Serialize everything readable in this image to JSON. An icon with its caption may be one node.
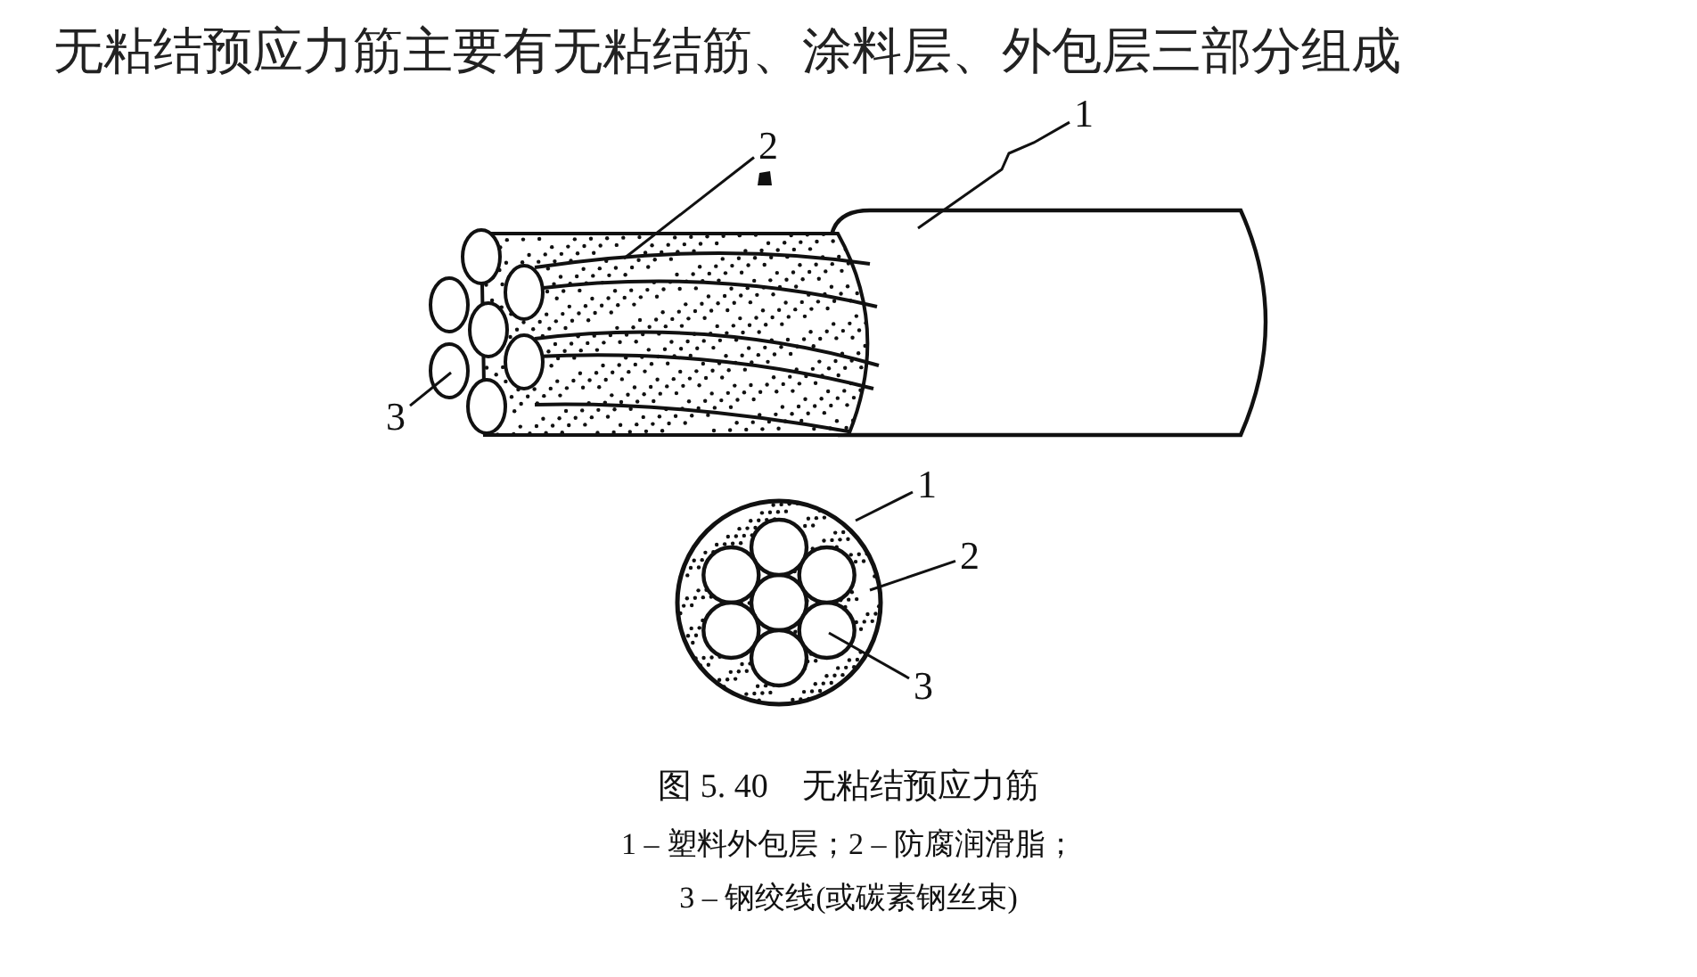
{
  "diagram": {
    "title": "无粘结预应力筋主要有无粘结筋、涂料层、外包层三部分组成",
    "nodes": [
      {
        "text": [
          "1"
        ]
      },
      {
        "text": [
          "2"
        ]
      },
      {
        "text": [
          "3"
        ]
      },
      {
        "text": [
          "1"
        ]
      },
      {
        "text": [
          "2"
        ]
      },
      {
        "text": [
          "3"
        ]
      }
    ],
    "edges": [
      {
        "from": 0,
        "to": null,
        "arrow": "none"
      },
      {
        "from": 1,
        "to": null,
        "arrow": "none"
      },
      {
        "from": 2,
        "to": null,
        "arrow": "none"
      },
      {
        "from": 3,
        "to": null,
        "arrow": "none"
      },
      {
        "from": 4,
        "to": null,
        "arrow": "none"
      },
      {
        "from": 5,
        "to": null,
        "arrow": "none"
      }
    ],
    "caption": "图 5. 40　无粘结预应力筋",
    "labels": [
      "1 – 塑料外包层；2 – 防腐润滑脂；",
      "3 – 钢绞线(或碳素钢丝束)"
    ]
  }
}
